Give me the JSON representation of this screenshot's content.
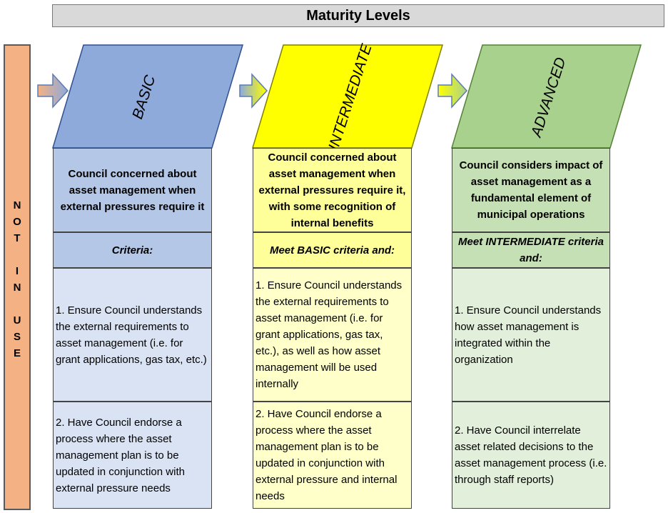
{
  "title": "Maturity Levels",
  "side_label": [
    "N",
    "O",
    "T",
    "",
    "I",
    "N",
    "",
    "U",
    "S",
    "E"
  ],
  "colors": {
    "basic_head": "#8eaadb",
    "basic_light": "#dae3f3",
    "basic_mid": "#b4c7e7",
    "intermediate_head": "#ffff00",
    "intermediate_light": "#ffffc9",
    "intermediate_mid": "#ffff99",
    "advanced_head": "#a9d18e",
    "advanced_light": "#e2efda",
    "advanced_mid": "#c5e0b4",
    "not_in_use": "#f4b183"
  },
  "columns": [
    {
      "name": "BASIC",
      "description": "Council concerned about asset management when external pressures require it",
      "criteria": "Criteria:",
      "items": [
        "1. Ensure Council understands the external requirements to asset management (i.e. for grant applications, gas tax, etc.)",
        "2. Have Council endorse a process where the asset management plan is to be updated in conjunction with external pressure needs"
      ]
    },
    {
      "name": "INTERMEDIATE",
      "description": "Council concerned about asset management when external pressures require it, with some recognition of internal benefits",
      "criteria": "Meet BASIC criteria and:",
      "items": [
        "1. Ensure Council understands the external requirements to asset management (i.e. for grant applications, gas tax, etc.), as well as how asset management will be used internally",
        "2. Have Council endorse a process where the asset management plan is to be updated in conjunction with external pressure and internal needs"
      ]
    },
    {
      "name": "ADVANCED",
      "description": "Council considers impact of asset management as a fundamental element of municipal operations",
      "criteria": "Meet INTERMEDIATE criteria and:",
      "items": [
        "1.  Ensure Council understands how asset management is integrated within the organization",
        "2.  Have Council interrelate asset related decisions to the asset management process (i.e. through staff reports)"
      ]
    }
  ]
}
